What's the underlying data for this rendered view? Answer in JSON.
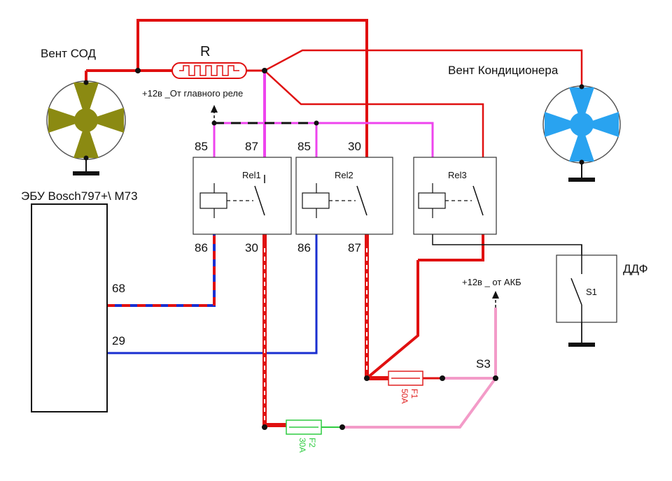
{
  "labels": {
    "fan_sod": "Вент СОД",
    "fan_ac": "Вент Кондиционера",
    "resistor": "R",
    "main_relay_supply": "+12в _От главного реле",
    "battery_supply": "+12в _ от АКБ",
    "ecu": "ЭБУ Bosch797+\\ M73",
    "ddf": "ДДФ",
    "s1": "S1",
    "s3": "S3",
    "ecu_pin_68": "68",
    "ecu_pin_29": "29"
  },
  "relays": [
    {
      "name": "Rel1",
      "pin_tl": "85",
      "pin_tr": "87",
      "pin_bl": "86",
      "pin_br": "30"
    },
    {
      "name": "Rel2",
      "pin_tl": "85",
      "pin_tr": "30",
      "pin_bl": "86",
      "pin_br": "87"
    },
    {
      "name": "Rel3"
    }
  ],
  "fuses": {
    "f1_name": "F1",
    "f1_rating": "50A",
    "f2_name": "F2",
    "f2_rating": "30A"
  },
  "colors": {
    "power": "#e01010",
    "control": "#ee44ee",
    "signal_blue": "#1a2fd0",
    "pink": "#f39bc8",
    "ground": "#111111",
    "fan_sod": "#8b8a12",
    "fan_ac": "#29a3f0",
    "fuse_f1": "#e02020",
    "fuse_f2": "#2ecc40"
  }
}
